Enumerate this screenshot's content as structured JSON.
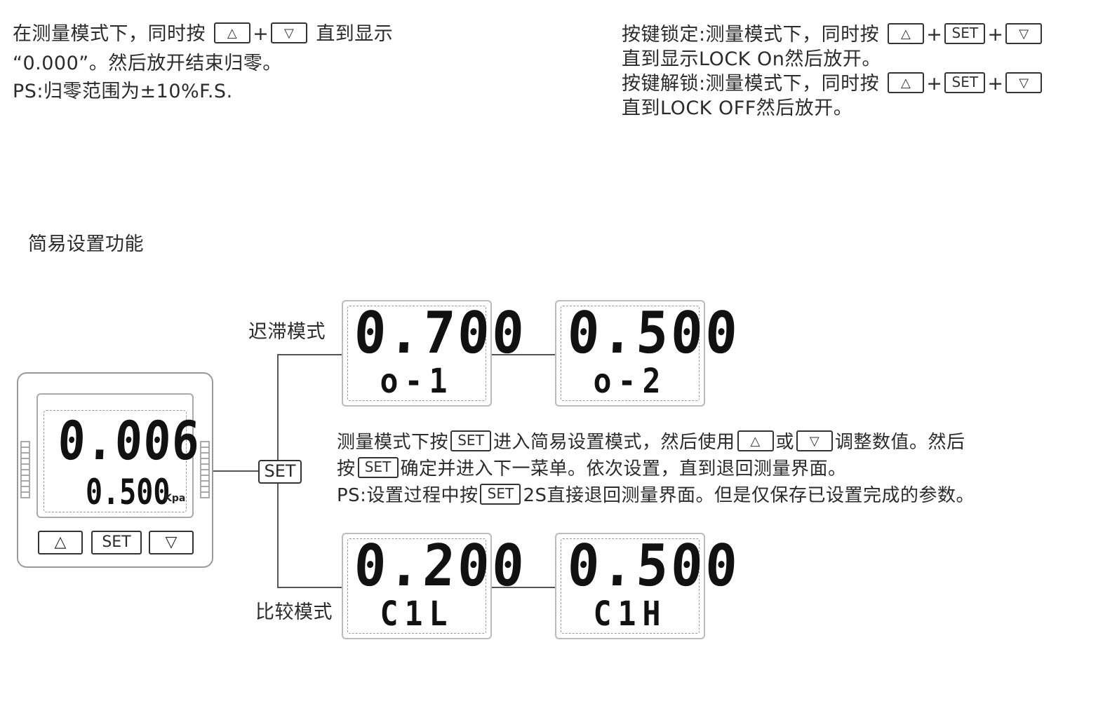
{
  "zero": {
    "line1_pre": "在测量模式下，同时按",
    "plus": "+",
    "line1_post": "直到显示",
    "line2": "“0.000”。然后放开结束归零。",
    "line3": "PS:归零范围为±10%F.S."
  },
  "lock": {
    "on_pre": "按键锁定:测量模式下，同时按",
    "on_line2": "直到显示LOCK On然后放开。",
    "off_pre": "按键解锁:测量模式下，同时按",
    "off_line2": "直到LOCK OFF然后放开。"
  },
  "keys": {
    "up": "△",
    "down": "▽",
    "set": "SET"
  },
  "section_title": "简易设置功能",
  "modes": {
    "hysteresis": "迟滞模式",
    "compare": "比较模式"
  },
  "displays": {
    "o1": {
      "value": "0.700",
      "label": "o-1"
    },
    "o2": {
      "value": "0.500",
      "label": "o-2"
    },
    "c1l": {
      "value": "0.200",
      "label": "C1L"
    },
    "c1h": {
      "value": "0.500",
      "label": "C1H"
    }
  },
  "device": {
    "main": "0.006",
    "sub": "0.500",
    "unit": "Kpa",
    "set_label": "SET"
  },
  "instructions": {
    "l1_a": "测量模式下按",
    "l1_b": "进入简易设置模式，然后使用",
    "l1_c": "或",
    "l1_d": "调整数值。然后",
    "l2_a": "按",
    "l2_b": "确定并进入下一菜单。依次设置，直到退回测量界面。",
    "l3_a": "PS:设置过程中按",
    "l3_b": "2S直接退回测量界面。但是仅保存已设置完成的参数。"
  }
}
